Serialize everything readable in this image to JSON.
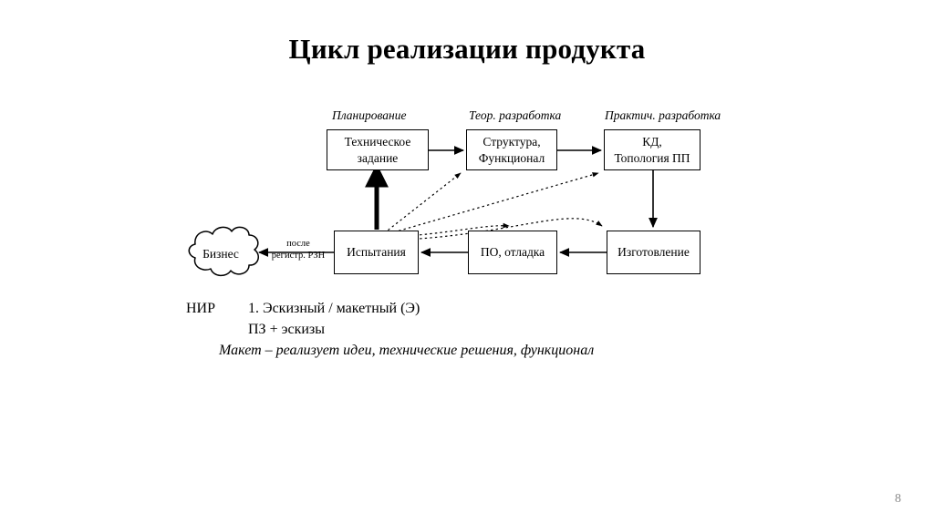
{
  "slide": {
    "title": "Цикл реализации продукта",
    "page_number": "8",
    "page_number_color": "#8a8a8a",
    "background_color": "#ffffff",
    "line_color": "#000000"
  },
  "diagram": {
    "type": "process-flow",
    "stage_captions": [
      {
        "id": "planning",
        "label": "Планирование"
      },
      {
        "id": "theory",
        "label": "Теор. разработка"
      },
      {
        "id": "practice",
        "label": "Практич. разработка"
      }
    ],
    "nodes": [
      {
        "id": "tz",
        "shape": "rect",
        "line1": "Техническое",
        "line2": "задание"
      },
      {
        "id": "structure",
        "shape": "rect",
        "line1": "Структура,",
        "line2": "Функционал"
      },
      {
        "id": "kd",
        "shape": "rect",
        "line1": "КД,",
        "line2": "Топология ПП"
      },
      {
        "id": "manufacturing",
        "shape": "rect",
        "line1": "Изготовление",
        "line2": ""
      },
      {
        "id": "software",
        "shape": "rect",
        "line1": "ПО, отладка",
        "line2": ""
      },
      {
        "id": "testing",
        "shape": "rect",
        "line1": "Испытания",
        "line2": ""
      },
      {
        "id": "business",
        "shape": "cloud",
        "line1": "Бизнес",
        "line2": ""
      }
    ],
    "edge_labels": [
      {
        "id": "after-registration",
        "line1": "после",
        "line2": "регистр. РЗН"
      }
    ]
  },
  "notes": {
    "rows": [
      {
        "col_a": "НИР",
        "col_b": "1. Эскизный / макетный (Э)"
      },
      {
        "col_a": "",
        "col_b": "ПЗ + эскизы"
      }
    ],
    "italic_line": "Макет – реализует идеи, технические решения, функционал"
  }
}
